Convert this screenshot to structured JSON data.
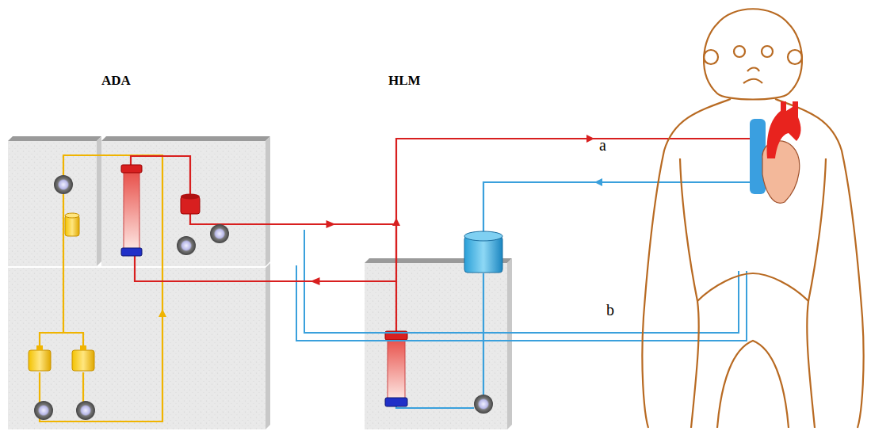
{
  "diagram": {
    "nodes": [
      {
        "text": [
          "ADA"
        ]
      },
      {
        "text": [
          "HLM"
        ]
      }
    ],
    "edges": [
      {
        "from": 0,
        "to": 1,
        "arrow": "to"
      },
      {
        "from": 1,
        "to": 0,
        "arrow": "to"
      }
    ],
    "labels": [
      "a",
      "b"
    ]
  }
}
